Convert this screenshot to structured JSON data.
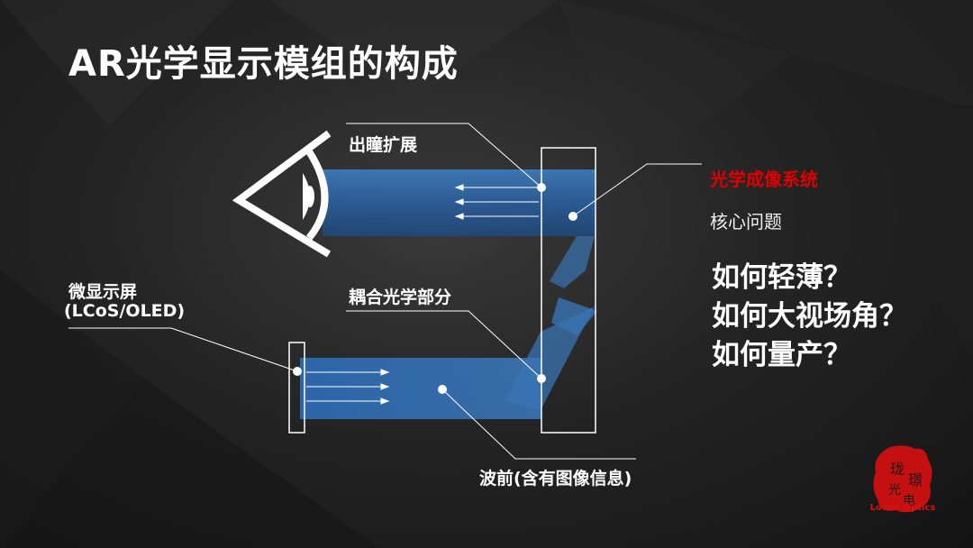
{
  "title": "AR光学显示模组的构成",
  "labels": {
    "pupil_expansion": "出瞳扩展",
    "optical_system": "光学成像系统",
    "core_issue": "核心问题",
    "micro_display_line1": "微显示屏",
    "micro_display_line2": "(LCoS/OLED)",
    "coupling": "耦合光学部分",
    "wavefront": "波前(含有图像信息)"
  },
  "questions": [
    "如何轻薄？",
    "如何大视场角？",
    "如何量产？"
  ],
  "logo": {
    "seal_text": "珑璟光电",
    "caption": "Lochn Optics"
  },
  "colors": {
    "accent_red": "#e00000",
    "beam_blue": "#2e6fb8",
    "background": "#1e1e1e"
  }
}
